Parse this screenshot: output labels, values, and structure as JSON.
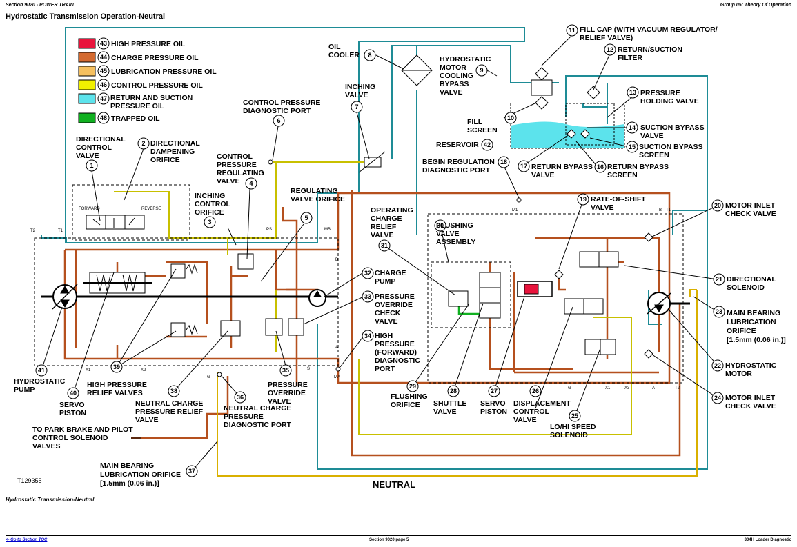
{
  "header": {
    "section": "Section 9020 - POWER TRAIN",
    "group": "Group 05: Theory Of Operation"
  },
  "title": "Hydrostatic Transmission Operation-Neutral",
  "figure_id": "T129355",
  "mode_label": "NEUTRAL",
  "caption": "Hydrostatic Transmission-Neutral",
  "footer": {
    "toc_link": "<- Go to Section TOC",
    "page": "Section 9020 page 5",
    "manual": "304H Loader Diagnostic"
  },
  "colors": {
    "high_pressure": "#e8143c",
    "charge_pressure": "#b5501e",
    "lubrication": "#f5c060",
    "control": "#f0f000",
    "return_suction": "#5ce3ec",
    "trapped": "#10b020",
    "return_line": "#1e8c96",
    "control_line": "#c8c000"
  },
  "legend": [
    {
      "num": "43",
      "label": "HIGH PRESSURE OIL",
      "color": "#e8143c"
    },
    {
      "num": "44",
      "label": "CHARGE PRESSURE OIL",
      "color": "#d46a30"
    },
    {
      "num": "45",
      "label": "LUBRICATION PRESSURE OIL",
      "color": "#f5c060"
    },
    {
      "num": "46",
      "label": "CONTROL PRESSURE OIL",
      "color": "#f0f000"
    },
    {
      "num": "47",
      "label": "RETURN AND SUCTION PRESSURE OIL",
      "color": "#5ce3ec"
    },
    {
      "num": "48",
      "label": "TRAPPED OIL",
      "color": "#10b020"
    }
  ],
  "callouts": {
    "c1": {
      "num": "1",
      "label": "DIRECTIONAL CONTROL VALVE"
    },
    "c2": {
      "num": "2",
      "label": "DIRECTIONAL DAMPENING ORIFICE"
    },
    "c3": {
      "num": "3",
      "label": "INCHING CONTROL ORIFICE"
    },
    "c4": {
      "num": "4",
      "label": "CONTROL PRESSURE REGULATING VALVE"
    },
    "c5": {
      "num": "5",
      "label": "REGULATING VALVE ORIFICE"
    },
    "c6": {
      "num": "6",
      "label": "CONTROL PRESSURE DIAGNOSTIC PORT"
    },
    "c7": {
      "num": "7",
      "label": "INCHING VALVE"
    },
    "c8": {
      "num": "8",
      "label": "OIL COOLER"
    },
    "c9": {
      "num": "9",
      "label": "HYDROSTATIC MOTOR COOLING BYPASS VALVE"
    },
    "c10": {
      "num": "10",
      "label": "FILL SCREEN"
    },
    "c11": {
      "num": "11",
      "label": "FILL CAP (WITH VACUUM REGULATOR/ RELIEF VALVE)"
    },
    "c12": {
      "num": "12",
      "label": "RETURN/SUCTION FILTER"
    },
    "c13": {
      "num": "13",
      "label": "PRESSURE HOLDING VALVE"
    },
    "c14": {
      "num": "14",
      "label": "SUCTION BYPASS VALVE"
    },
    "c15": {
      "num": "15",
      "label": "SUCTION BYPASS SCREEN"
    },
    "c16": {
      "num": "16",
      "label": "RETURN BYPASS SCREEN"
    },
    "c17": {
      "num": "17",
      "label": "RETURN BYPASS VALVE"
    },
    "c18": {
      "num": "18",
      "label": "BEGIN REGULATION DIAGNOSTIC PORT"
    },
    "c19": {
      "num": "19",
      "label": "RATE-OF-SHIFT VALVE"
    },
    "c20": {
      "num": "20",
      "label": "MOTOR INLET CHECK VALVE"
    },
    "c21": {
      "num": "21",
      "label": "DIRECTIONAL SOLENOID"
    },
    "c22": {
      "num": "22",
      "label": "HYDROSTATIC MOTOR"
    },
    "c23": {
      "num": "23",
      "label": "MAIN BEARING LUBRICATION ORIFICE",
      "sub": "[1.5mm (0.06 in.)]"
    },
    "c24": {
      "num": "24",
      "label": "MOTOR INLET CHECK VALVE"
    },
    "c25": {
      "num": "25",
      "label": "LO/HI SPEED SOLENOID"
    },
    "c26": {
      "num": "26",
      "label": "DISPLACEMENT CONTROL VALVE"
    },
    "c27": {
      "num": "27",
      "label": "SERVO PISTON"
    },
    "c28": {
      "num": "28",
      "label": "SHUTTLE VALVE"
    },
    "c29": {
      "num": "29",
      "label": "FLUSHING ORIFICE"
    },
    "c30": {
      "num": "30",
      "label": "FLUSHING VALVE ASSEMBLY"
    },
    "c31": {
      "num": "31",
      "label": "OPERATING CHARGE RELIEF VALVE"
    },
    "c32": {
      "num": "32",
      "label": "CHARGE PUMP"
    },
    "c33": {
      "num": "33",
      "label": "PRESSURE OVERRIDE CHECK VALVE"
    },
    "c34": {
      "num": "34",
      "label": "HIGH PRESSURE (FORWARD) DIAGNOSTIC PORT"
    },
    "c35": {
      "num": "35",
      "label": "PRESSURE OVERRIDE VALVE"
    },
    "c36": {
      "num": "36",
      "label": "NEUTRAL CHARGE PRESSURE DIAGNOSTIC PORT"
    },
    "c37": {
      "num": "37",
      "label": "MAIN BEARING LUBRICATION ORIFICE",
      "sub": "[1.5mm (0.06 in.)]"
    },
    "c38": {
      "num": "38",
      "label": "NEUTRAL CHARGE PRESSURE RELIEF VALVE"
    },
    "c39": {
      "num": "39",
      "label": "HIGH PRESSURE RELIEF VALVES"
    },
    "c40": {
      "num": "40",
      "label": "SERVO PISTON"
    },
    "c41": {
      "num": "41",
      "label": "HYDROSTATIC PUMP"
    },
    "c42": {
      "num": "42",
      "label": "RESERVOIR"
    },
    "park_brake": {
      "label": "TO PARK BRAKE AND PILOT CONTROL SOLENOID VALVES"
    }
  },
  "ports": {
    "forward": "FORWARD",
    "reverse": "REVERSE",
    "t2": "T2",
    "t1": "T1",
    "ps": "PS",
    "mb": "MB",
    "b": "B",
    "a": "A",
    "x1": "X1",
    "x2": "X2",
    "s": "S",
    "ma": "MA",
    "g": "G",
    "m1": "M1",
    "mb2": "B",
    "mt1": "T1",
    "mg": "G",
    "mx1": "X1",
    "mx3": "X3",
    "ma2": "A",
    "mt2": "T2"
  }
}
